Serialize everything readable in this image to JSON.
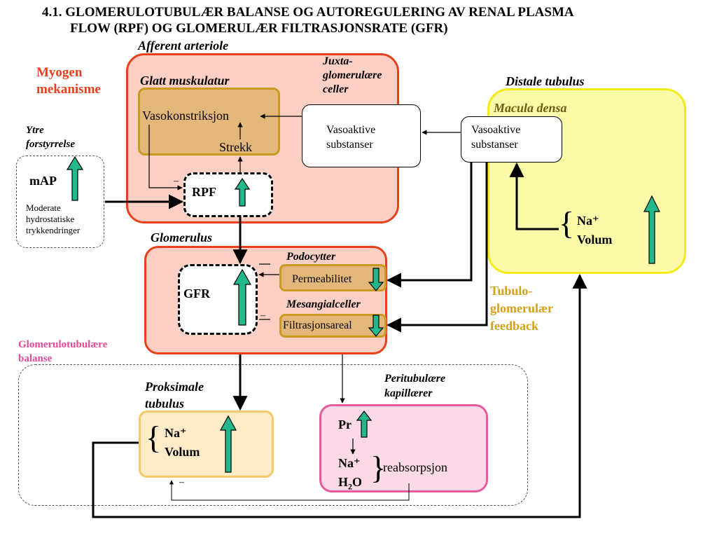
{
  "title": {
    "line1": "4.1. GLOMERULOTUBULÆR BALANSE OG AUTOREGULERING AV RENAL PLASMA",
    "line2": "FLOW (RPF) OG GLOMERULÆR FILTRASJONSRATE (GFR)"
  },
  "labels": {
    "afferent": "Afferent arteriole",
    "myogen": "Myogen\nmekanisme",
    "glatt": "Glatt muskulatur",
    "juxta": "Juxta-\nglomerulære\nceller",
    "distale": "Distale tubulus",
    "macula": "Macula densa",
    "ytre": "Ytre\nforstyrrelse",
    "glomerulus": "Glomerulus",
    "podocytter": "Podocytter",
    "mesangial": "Mesangialceller",
    "tubulo": "Tubulo-\nglomerulær\nfeedback",
    "gtb": "Glomerulotubulære\nbalanse",
    "proksimale": "Proksimale\ntubulus",
    "peritubulaere": "Peritubulære\nkapillærer"
  },
  "nodes": {
    "vasokonstriksjon": "Vasokonstriksjon",
    "strekk": "Strekk",
    "vaso_jg": "Vasoaktive\nsubstanser",
    "vaso_md": "Vasoaktive\nsubstanser",
    "map": "mAP",
    "moderate": "Moderate\nhydrostatiske\ntrykkendringer",
    "rpf": "RPF",
    "gfr": "GFR",
    "permeabilitet": "Permeabilitet",
    "filtrasjonsareal": "Filtrasjonsareal",
    "na_md": "Na⁺",
    "volum_md": "Volum",
    "na_pt": "Na⁺",
    "volum_pt": "Volum",
    "pr": "Pr",
    "na_ptc": "Na⁺",
    "h2o_h": "H",
    "h2o_sub": "2",
    "h2o_o": "O",
    "reabsorpsjon": "reabsorpsjon",
    "brace": "{",
    "brace_close": "}",
    "minus1": "–",
    "minus2": "–",
    "minus3": "–"
  },
  "colors": {
    "afferent_fill": "#fbcfc4",
    "afferent_border": "#e8401c",
    "muscle_fill": "#e3b77a",
    "muscle_border": "#c99a20",
    "distale_fill": "#fbfaa8",
    "distale_border": "#f3ea18",
    "glom_fill": "#fbcfc4",
    "prox_fill": "#fdecc7",
    "prox_border": "#f5c86a",
    "ptc_fill": "#fbd9e6",
    "ptc_border": "#e25c9b",
    "green_arrow": "#23b88c",
    "myogen_color": "#e8401c",
    "tubulo_color": "#d4a017",
    "gtb_color": "#e8479a",
    "macula_color": "#6b5e10"
  }
}
